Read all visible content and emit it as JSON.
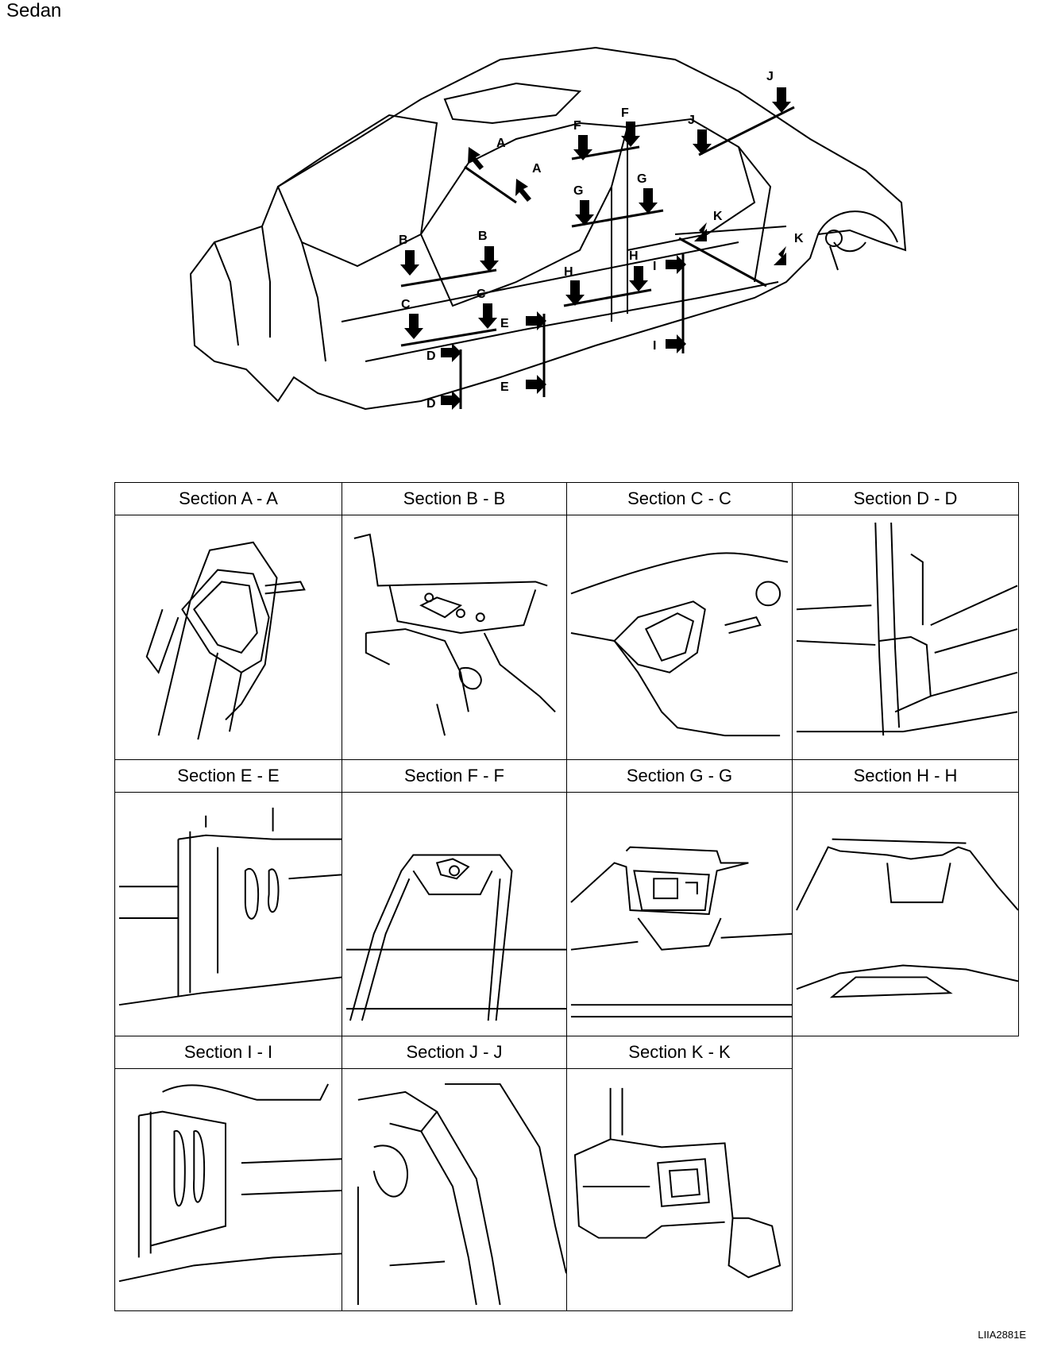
{
  "page": {
    "title": "Sedan",
    "figure_code": "LIIA2881E"
  },
  "cut_markers": [
    "A",
    "A",
    "B",
    "B",
    "C",
    "C",
    "D",
    "D",
    "E",
    "E",
    "F",
    "F",
    "G",
    "G",
    "H",
    "H",
    "I",
    "I",
    "J",
    "J",
    "K",
    "K"
  ],
  "sections": [
    {
      "label": "Section A - A"
    },
    {
      "label": "Section B - B"
    },
    {
      "label": "Section C - C"
    },
    {
      "label": "Section D - D"
    },
    {
      "label": "Section E - E"
    },
    {
      "label": "Section F - F"
    },
    {
      "label": "Section G - G"
    },
    {
      "label": "Section H - H"
    },
    {
      "label": "Section I - I"
    },
    {
      "label": "Section J - J"
    },
    {
      "label": "Section K - K"
    }
  ]
}
